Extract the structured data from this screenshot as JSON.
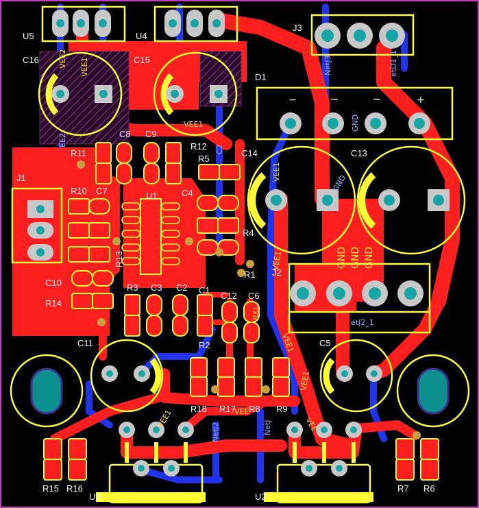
{
  "refs": {
    "U5": "U5",
    "U4": "U4",
    "J3": "J3",
    "C16": "C16",
    "C15": "C15",
    "D1": "D1",
    "C8": "C8",
    "C9": "C9",
    "R11": "R11",
    "R12": "R12",
    "R5": "R5",
    "C14": "C14",
    "C13": "C13",
    "J1": "J1",
    "R10": "R10",
    "C7": "C7",
    "U1": "U1",
    "C4": "C4",
    "R13": "R13",
    "R4": "R4",
    "C10": "C10",
    "R1": "R1",
    "R14": "R14",
    "R3": "R3",
    "C3": "C3",
    "C2": "C2",
    "C1": "C1",
    "C12": "C12",
    "C6": "C6",
    "R2": "R2",
    "C11": "C11",
    "C5": "C5",
    "R18": "R18",
    "R17": "R17",
    "R8": "R8",
    "R9": "R9",
    "R15": "R15",
    "R16": "R16",
    "U3": "U3",
    "U2": "U2",
    "R7": "R7",
    "R6": "R6",
    "J2": "J2"
  },
  "net_labels": {
    "vee1_c16": "VEE1",
    "vee2_c16": "VEE2",
    "vee1_c15": "VEE1",
    "vee1_c14": "VEE1",
    "gnd_d1": "GND",
    "gnd_c13": "GND",
    "gnd_stack_1": "GND",
    "gnd_stack_2": "GND",
    "gnd_stack_3": "GND",
    "vee1_right": "VEE1",
    "vee1_mid": "VEE1",
    "vee1_lower": "VEE1",
    "vee1_left": "VEE1",
    "vee1_r1": "VEE1",
    "vee_bottom": "VEE",
    "vee_right_bottom": "VEE",
    "netj2_1": "etJ2_1",
    "netj3": "NetJ3",
    "netd1": "etD1_1",
    "netj2_bottom": "NetJ2",
    "netj_bottom": "NetJ",
    "minus": "−",
    "plus": "+",
    "tilde1": "~",
    "tilde2": "~",
    "ee2": "EE2",
    "c2_partial": "C2"
  }
}
